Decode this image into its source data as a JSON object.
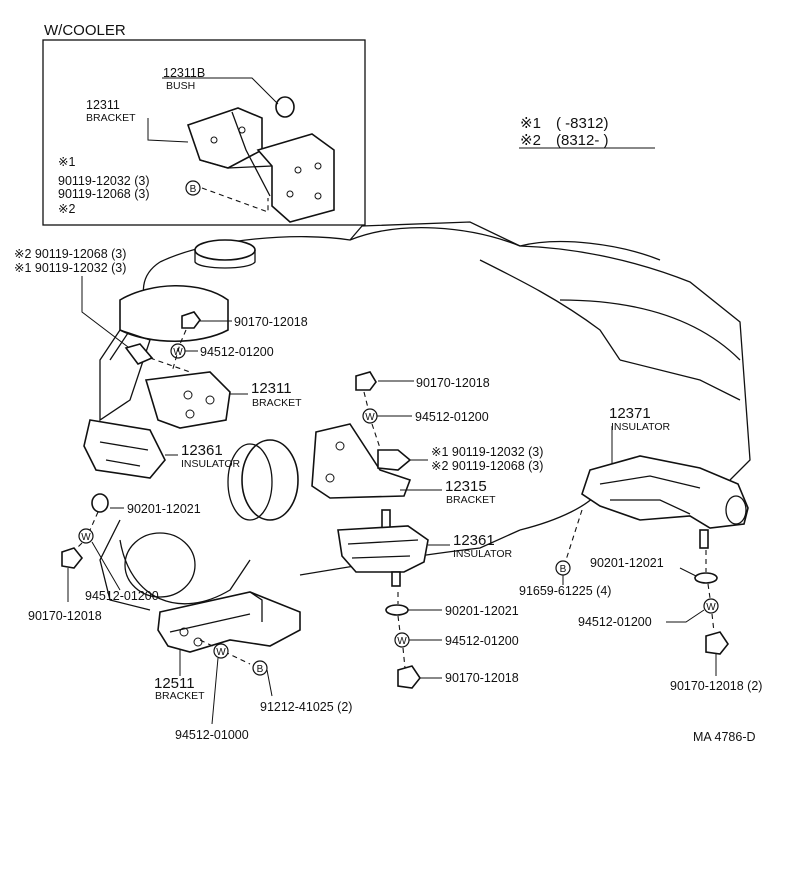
{
  "header": {
    "title": "W/COOLER"
  },
  "legend": {
    "mark1": "※1",
    "mark2": "※2",
    "row1": "(      -8312)",
    "row2": "(8312-       )"
  },
  "labels": {
    "inset_bush_num": "12311B",
    "inset_bush_word": "BUSH",
    "inset_bracket_num": "12311",
    "inset_bracket_word": "BRACKET",
    "inset_mark1": "※1",
    "inset_bolt1": "90119-12032 (3)",
    "inset_bolt2": "90119-12068 (3)",
    "inset_mark2": "※2",
    "bolt_a": "※2  90119-12068 (3)",
    "bolt_b": "※1  90119-12032 (3)",
    "nut_top": "90170-12018",
    "washer_top": "94512-01200",
    "bracket_left_num": "12311",
    "bracket_left_word": "BRACKET",
    "ins_left_num": "12361",
    "ins_left_word": "INSULATOR",
    "spacer_left": "90201-12021",
    "washer_left": "94512-01200",
    "nut_left": "90170-12018",
    "nut_mid": "90170-12018",
    "washer_mid": "94512-01200",
    "bolt_mid1": "※1  90119-12032 (3)",
    "bolt_mid2": "※2  90119-12068 (3)",
    "bracket_mid_num": "12315",
    "bracket_mid_word": "BRACKET",
    "ins_mid_num": "12361",
    "ins_mid_word": "INSULATOR",
    "spacer_mid": "90201-12021",
    "washer_mid2": "94512-01200",
    "nut_mid2": "90170-12018",
    "ins_right_num": "12371",
    "ins_right_word": "INSULATOR",
    "spacer_right": "90201-12021",
    "bolt_right": "91659-61225 (4)",
    "washer_right": "94512-01200",
    "nut_right": "90170-12018 (2)",
    "bracket_bottom_num": "12511",
    "bracket_bottom_word": "BRACKET",
    "bolt_bottom": "91212-41025 (2)",
    "washer_bottom": "94512-01000",
    "code": "MA  4786-D"
  },
  "badges": {
    "b": "B",
    "w": "W"
  }
}
